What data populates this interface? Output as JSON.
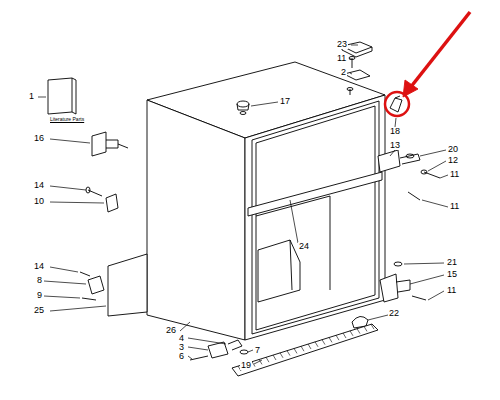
{
  "diagram": {
    "labels": [
      "1",
      "Literature Parts",
      "23",
      "11",
      "2",
      "17",
      "18",
      "16",
      "13",
      "20",
      "12",
      "11",
      "11",
      "14",
      "10",
      "24",
      "14",
      "8",
      "21",
      "15",
      "11",
      "9",
      "25",
      "22",
      "26",
      "4",
      "3",
      "7",
      "6",
      "19"
    ]
  }
}
